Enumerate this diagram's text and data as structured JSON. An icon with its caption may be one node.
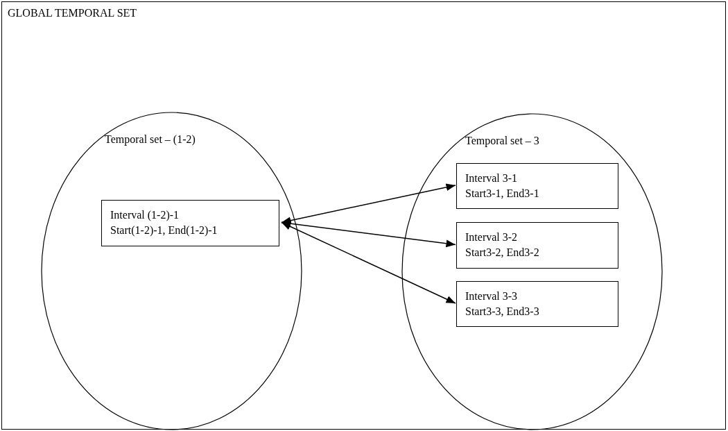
{
  "diagram": {
    "nodes": [
      {
        "text": [
          "GLOBAL TEMPORAL SET"
        ]
      },
      {
        "text": [
          "Temporal set – (1-2)"
        ],
        "in": 0
      },
      {
        "text": [
          "Interval (1-2)-1",
          "Start(1-2)-1, End(1-2)-1"
        ],
        "in": 1
      },
      {
        "text": [
          "Temporal set – 3"
        ],
        "in": 0
      },
      {
        "text": [
          "Interval 3-1",
          "Start3-1, End3-1"
        ],
        "in": 3
      },
      {
        "text": [
          "Interval 3-2",
          "Start3-2, End3-2"
        ],
        "in": 3
      },
      {
        "text": [
          "Interval 3-3",
          "Start3-3, End3-3"
        ],
        "in": 3
      }
    ],
    "edges": [
      {
        "from": 2,
        "to": 4,
        "arrow": "both"
      },
      {
        "from": 2,
        "to": 5,
        "arrow": "both"
      },
      {
        "from": 2,
        "to": 6,
        "arrow": "both"
      }
    ]
  }
}
